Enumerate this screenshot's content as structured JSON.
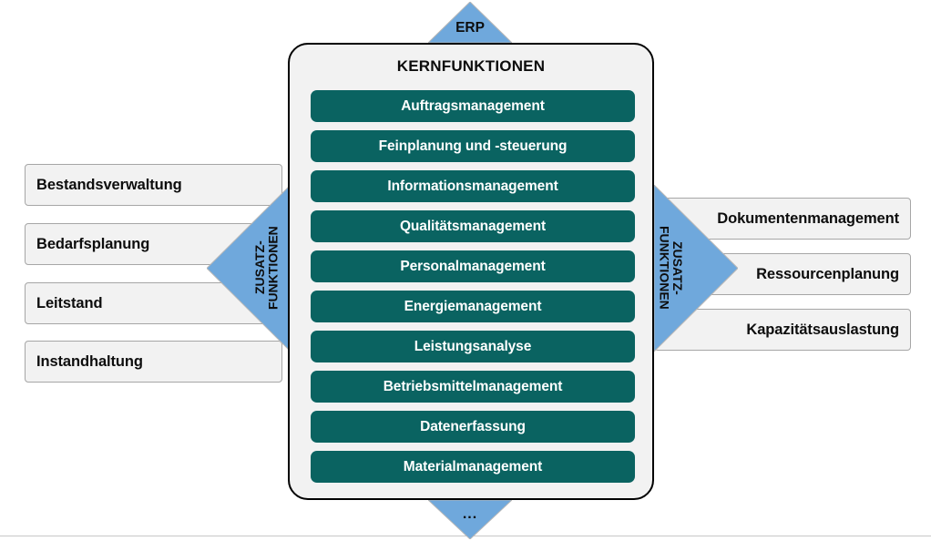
{
  "diagram": {
    "title_top": "ERP",
    "title_bottom": "...",
    "core": {
      "heading": "KERNFUNKTIONEN",
      "items": [
        "Auftragsmanagement",
        "Feinplanung und -steuerung",
        "Informationsmanagement",
        "Qualitätsmanagement",
        "Personalmanagement",
        "Energiemanagement",
        "Leistungsanalyse",
        "Betriebsmittelmanagement",
        "Datenerfassung",
        "Materialmanagement"
      ]
    },
    "left_group": {
      "arrow_label": "ZUSATZ-\nFUNKTIONEN",
      "items": [
        "Bestandsverwaltung",
        "Bedarfsplanung",
        "Leitstand",
        "Instandhaltung"
      ]
    },
    "right_group": {
      "arrow_label": "ZUSATZ-\nFUNKTIONEN",
      "items": [
        "Dokumentenmanagement",
        "Ressourcenplanung",
        "Kapazitätsauslastung"
      ]
    },
    "colors": {
      "core_item": "#0a6361",
      "arrow": "#6fa8dc",
      "panel_bg": "#f2f2f2",
      "box_bg": "#f2f2f2",
      "box_border": "#a6a6a6",
      "panel_border": "#000000"
    }
  }
}
